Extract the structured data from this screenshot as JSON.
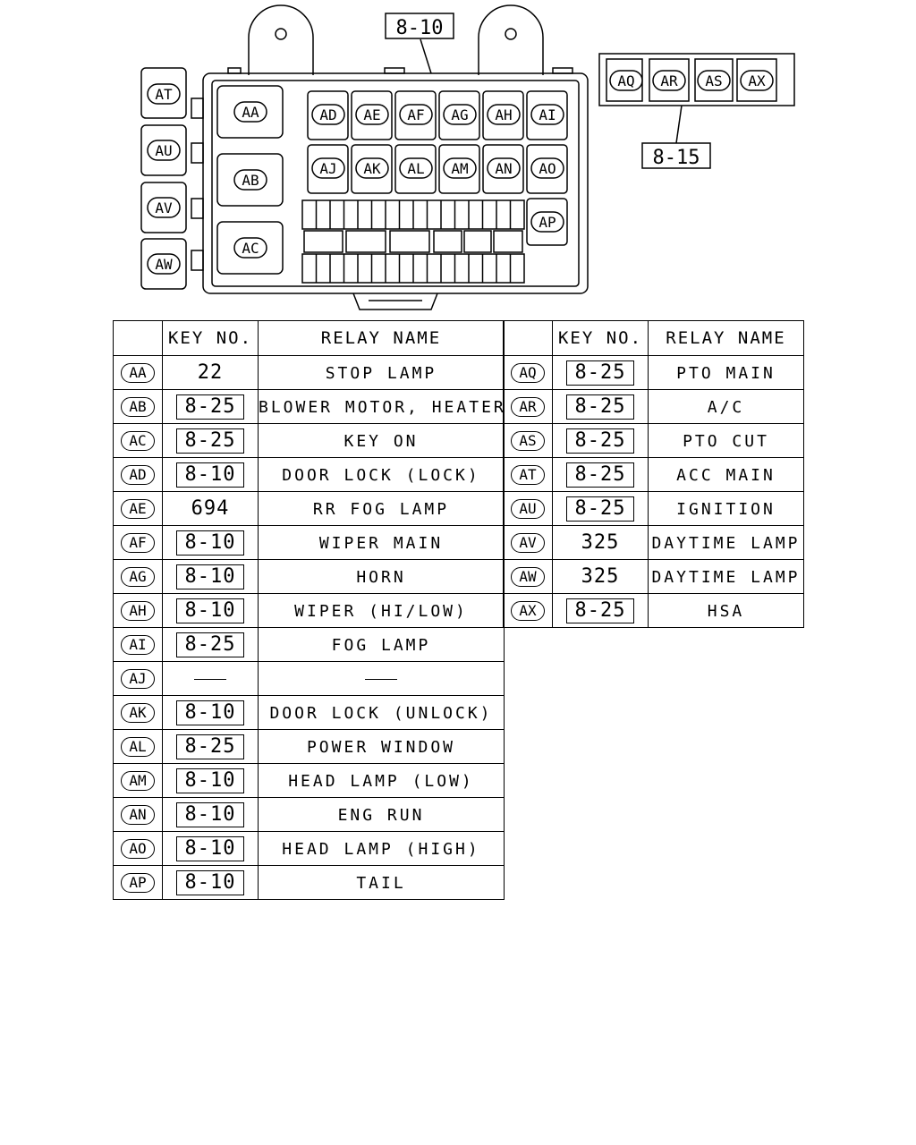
{
  "diagram": {
    "callout_top": "8-10",
    "callout_right": "8-15",
    "left_relays": [
      "AT",
      "AU",
      "AV",
      "AW"
    ],
    "big_relays": [
      "AA",
      "AB",
      "AC"
    ],
    "grid_row1": [
      "AD",
      "AE",
      "AF",
      "AG",
      "AH",
      "AI"
    ],
    "grid_row2": [
      "AJ",
      "AK",
      "AL",
      "AM",
      "AN",
      "AO"
    ],
    "side_relay": "AP",
    "right_block": [
      "AQ",
      "AR",
      "AS",
      "AX"
    ]
  },
  "table_headers": {
    "key_no": "KEY NO.",
    "relay_name": "RELAY NAME"
  },
  "left_rows": [
    {
      "code": "AA",
      "key": "22",
      "boxed": false,
      "name": "STOP LAMP"
    },
    {
      "code": "AB",
      "key": "8-25",
      "boxed": true,
      "name": "BLOWER MOTOR, HEATER"
    },
    {
      "code": "AC",
      "key": "8-25",
      "boxed": true,
      "name": "KEY ON"
    },
    {
      "code": "AD",
      "key": "8-10",
      "boxed": true,
      "name": "DOOR LOCK (LOCK)"
    },
    {
      "code": "AE",
      "key": "694",
      "boxed": false,
      "name": "RR FOG LAMP"
    },
    {
      "code": "AF",
      "key": "8-10",
      "boxed": true,
      "name": "WIPER MAIN"
    },
    {
      "code": "AG",
      "key": "8-10",
      "boxed": true,
      "name": "HORN"
    },
    {
      "code": "AH",
      "key": "8-10",
      "boxed": true,
      "name": "WIPER (HI/LOW)"
    },
    {
      "code": "AI",
      "key": "8-25",
      "boxed": true,
      "name": "FOG LAMP"
    },
    {
      "code": "AJ",
      "key": "",
      "boxed": false,
      "name": ""
    },
    {
      "code": "AK",
      "key": "8-10",
      "boxed": true,
      "name": "DOOR LOCK (UNLOCK)"
    },
    {
      "code": "AL",
      "key": "8-25",
      "boxed": true,
      "name": "POWER WINDOW"
    },
    {
      "code": "AM",
      "key": "8-10",
      "boxed": true,
      "name": "HEAD LAMP (LOW)"
    },
    {
      "code": "AN",
      "key": "8-10",
      "boxed": true,
      "name": "ENG RUN"
    },
    {
      "code": "AO",
      "key": "8-10",
      "boxed": true,
      "name": "HEAD LAMP (HIGH)"
    },
    {
      "code": "AP",
      "key": "8-10",
      "boxed": true,
      "name": "TAIL"
    }
  ],
  "right_rows": [
    {
      "code": "AQ",
      "key": "8-25",
      "boxed": true,
      "name": "PTO MAIN"
    },
    {
      "code": "AR",
      "key": "8-25",
      "boxed": true,
      "name": "A/C"
    },
    {
      "code": "AS",
      "key": "8-25",
      "boxed": true,
      "name": "PTO CUT"
    },
    {
      "code": "AT",
      "key": "8-25",
      "boxed": true,
      "name": "ACC MAIN"
    },
    {
      "code": "AU",
      "key": "8-25",
      "boxed": true,
      "name": "IGNITION"
    },
    {
      "code": "AV",
      "key": "325",
      "boxed": false,
      "name": "DAYTIME LAMP"
    },
    {
      "code": "AW",
      "key": "325",
      "boxed": false,
      "name": "DAYTIME LAMP"
    },
    {
      "code": "AX",
      "key": "8-25",
      "boxed": true,
      "name": "HSA"
    }
  ]
}
